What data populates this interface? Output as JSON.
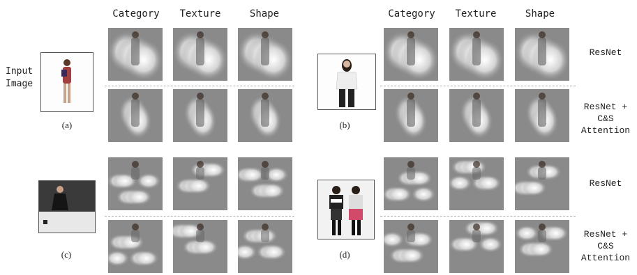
{
  "column_headers": [
    "Category",
    "Texture",
    "Shape"
  ],
  "row_labels": {
    "resnet": "ResNet",
    "resnet_cs_line1": "ResNet +",
    "resnet_cs_line2": "C&S",
    "resnet_cs_line3": "Attention"
  },
  "input_label_line1": "Input",
  "input_label_line2": "Image",
  "panels": [
    {
      "id": "a",
      "label": "(a)"
    },
    {
      "id": "b",
      "label": "(b)"
    },
    {
      "id": "c",
      "label": "(c)"
    },
    {
      "id": "d",
      "label": "(d)"
    }
  ],
  "colors": {
    "map_background": "#8a8a8a",
    "map_highlight": "#ffffff",
    "frame_border": "#555555"
  }
}
